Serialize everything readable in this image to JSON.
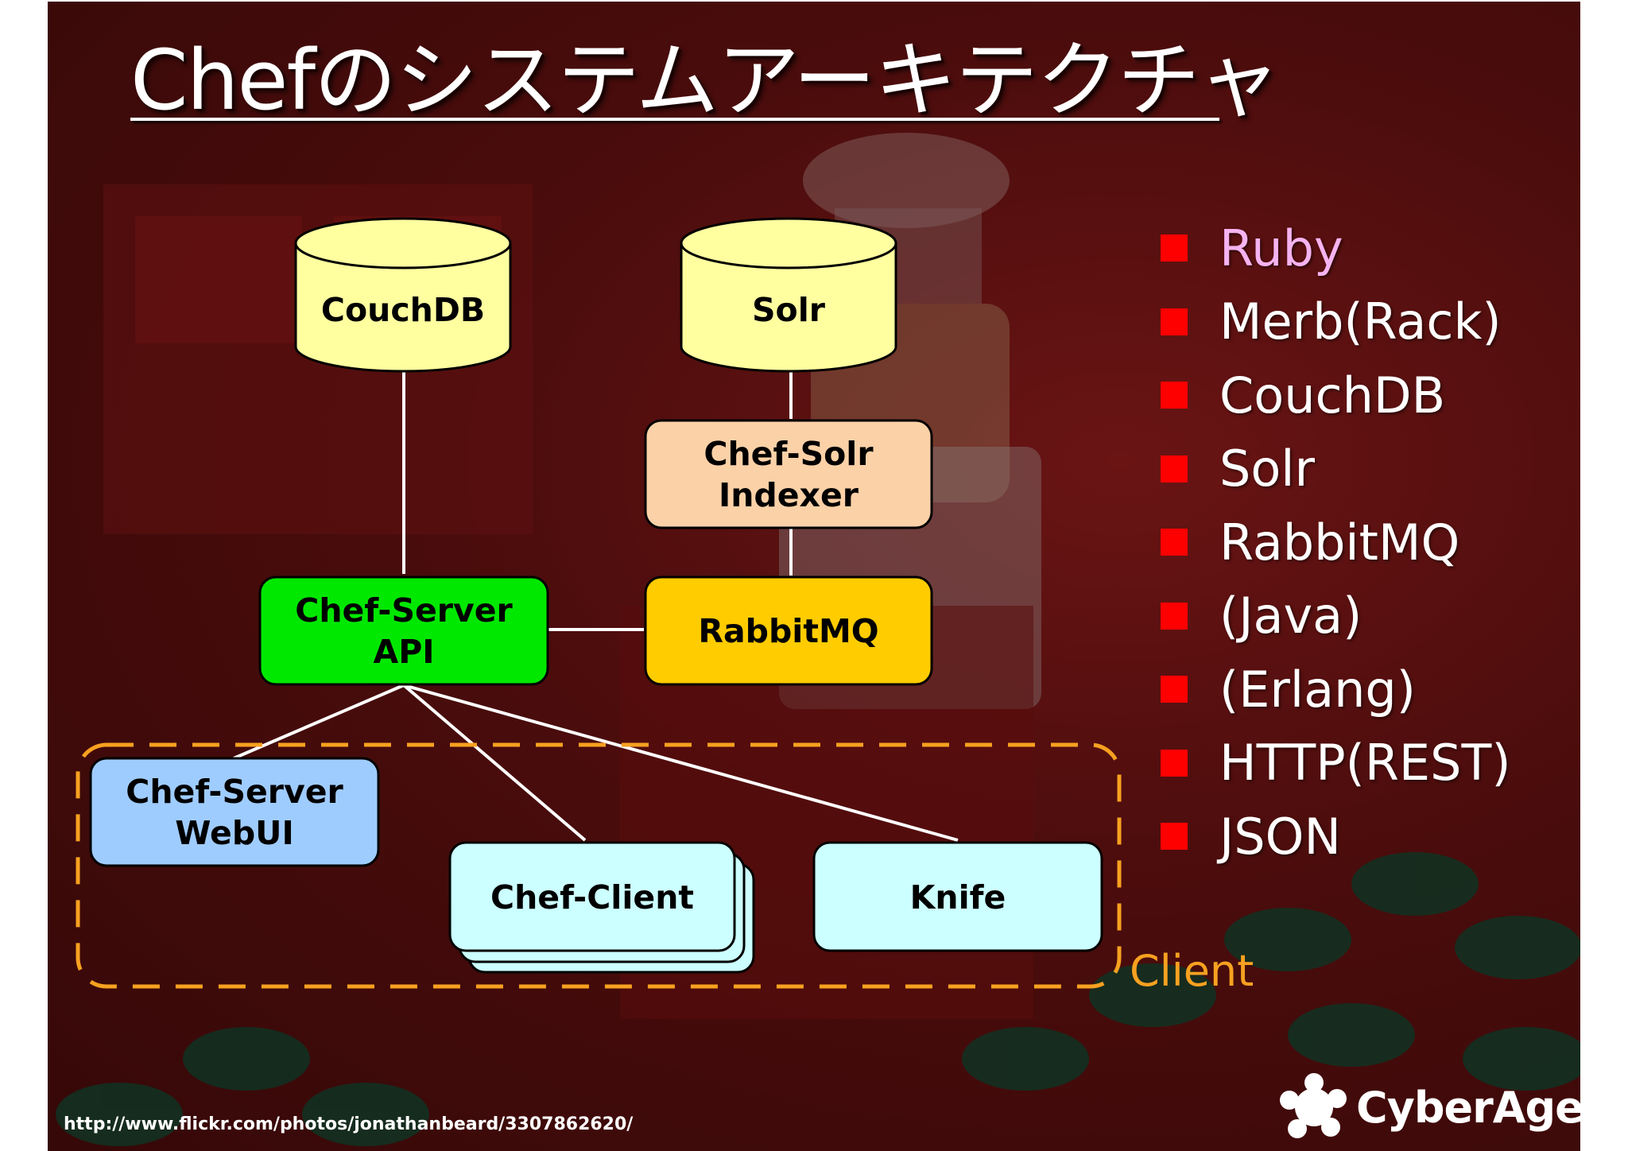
{
  "title": "Chefのシステムアーキテクチャ",
  "nodes": {
    "couchdb": "CouchDB",
    "solr": "Solr",
    "chef_solr_indexer_line1": "Chef-Solr",
    "chef_solr_indexer_line2": "Indexer",
    "chef_server_api_line1": "Chef-Server",
    "chef_server_api_line2": "API",
    "rabbitmq": "RabbitMQ",
    "chef_server_webui_line1": "Chef-Server",
    "chef_server_webui_line2": "WebUI",
    "chef_client": "Chef-Client",
    "knife": "Knife"
  },
  "client_group_label": "Client",
  "tech_list": [
    {
      "label": "Ruby",
      "color": "#f5b3f0"
    },
    {
      "label": "Merb(Rack)",
      "color": "#ffffff"
    },
    {
      "label": "CouchDB",
      "color": "#ffffff"
    },
    {
      "label": "Solr",
      "color": "#ffffff"
    },
    {
      "label": "RabbitMQ",
      "color": "#ffffff"
    },
    {
      "label": "(Java)",
      "color": "#ffffff"
    },
    {
      "label": "(Erlang)",
      "color": "#ffffff"
    },
    {
      "label": "HTTP(REST)",
      "color": "#ffffff"
    },
    {
      "label": "JSON",
      "color": "#ffffff"
    }
  ],
  "photo_credit": "http://www.flickr.com/photos/jonathanbeard/3307862620/",
  "logo": {
    "text": "CyberAgent",
    "icon": "cyberagent-logo-icon"
  },
  "colors": {
    "database": "#ffffa0",
    "indexer": "#fbd1a7",
    "server_api": "#00e800",
    "rabbitmq": "#ffcc00",
    "webui": "#9fccff",
    "client": "#ccffff",
    "client_group_border": "#f7a120",
    "bullet": "#ff0000"
  }
}
